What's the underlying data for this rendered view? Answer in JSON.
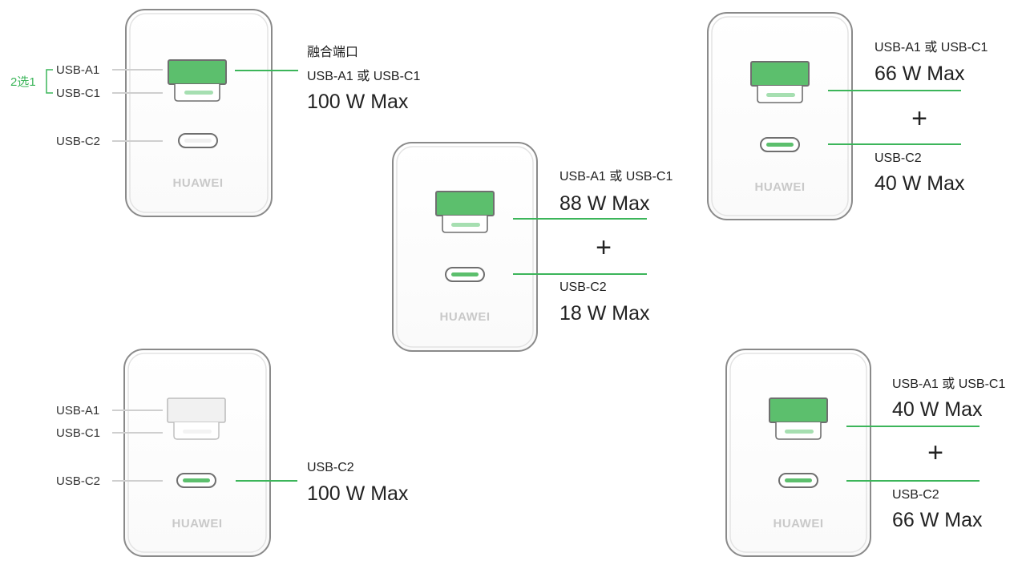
{
  "colors": {
    "accent": "#3cb55a",
    "port_fill": "#5cbf6d",
    "port_outline": "#6f6f6f",
    "body_outline": "#8a8a8a",
    "inactive_port": "#f1f1f1",
    "callout_gray": "#cfcfcf",
    "brand_text": "#c9c9c9"
  },
  "brand": "HUAWEI",
  "plus": "+",
  "panels": {
    "p1": {
      "labels": {
        "a1": "USB-A1",
        "c1": "USB-C1",
        "c2": "USB-C2",
        "choice": "2选1"
      },
      "callout": {
        "title": "融合端口",
        "sub": "USB-A1 或 USB-C1",
        "power": "100 W Max"
      }
    },
    "p2": {
      "top": {
        "sub": "USB-A1 或 USB-C1",
        "power": "88 W Max"
      },
      "bottom": {
        "sub": "USB-C2",
        "power": "18 W Max"
      }
    },
    "p3": {
      "top": {
        "sub": "USB-A1 或 USB-C1",
        "power": "66 W Max"
      },
      "bottom": {
        "sub": "USB-C2",
        "power": "40 W Max"
      }
    },
    "p4": {
      "labels": {
        "a1": "USB-A1",
        "c1": "USB-C1",
        "c2": "USB-C2"
      },
      "callout": {
        "sub": "USB-C2",
        "power": "100 W Max"
      }
    },
    "p5": {
      "top": {
        "sub": "USB-A1 或 USB-C1",
        "power": "40 W Max"
      },
      "bottom": {
        "sub": "USB-C2",
        "power": "66 W Max"
      }
    }
  }
}
